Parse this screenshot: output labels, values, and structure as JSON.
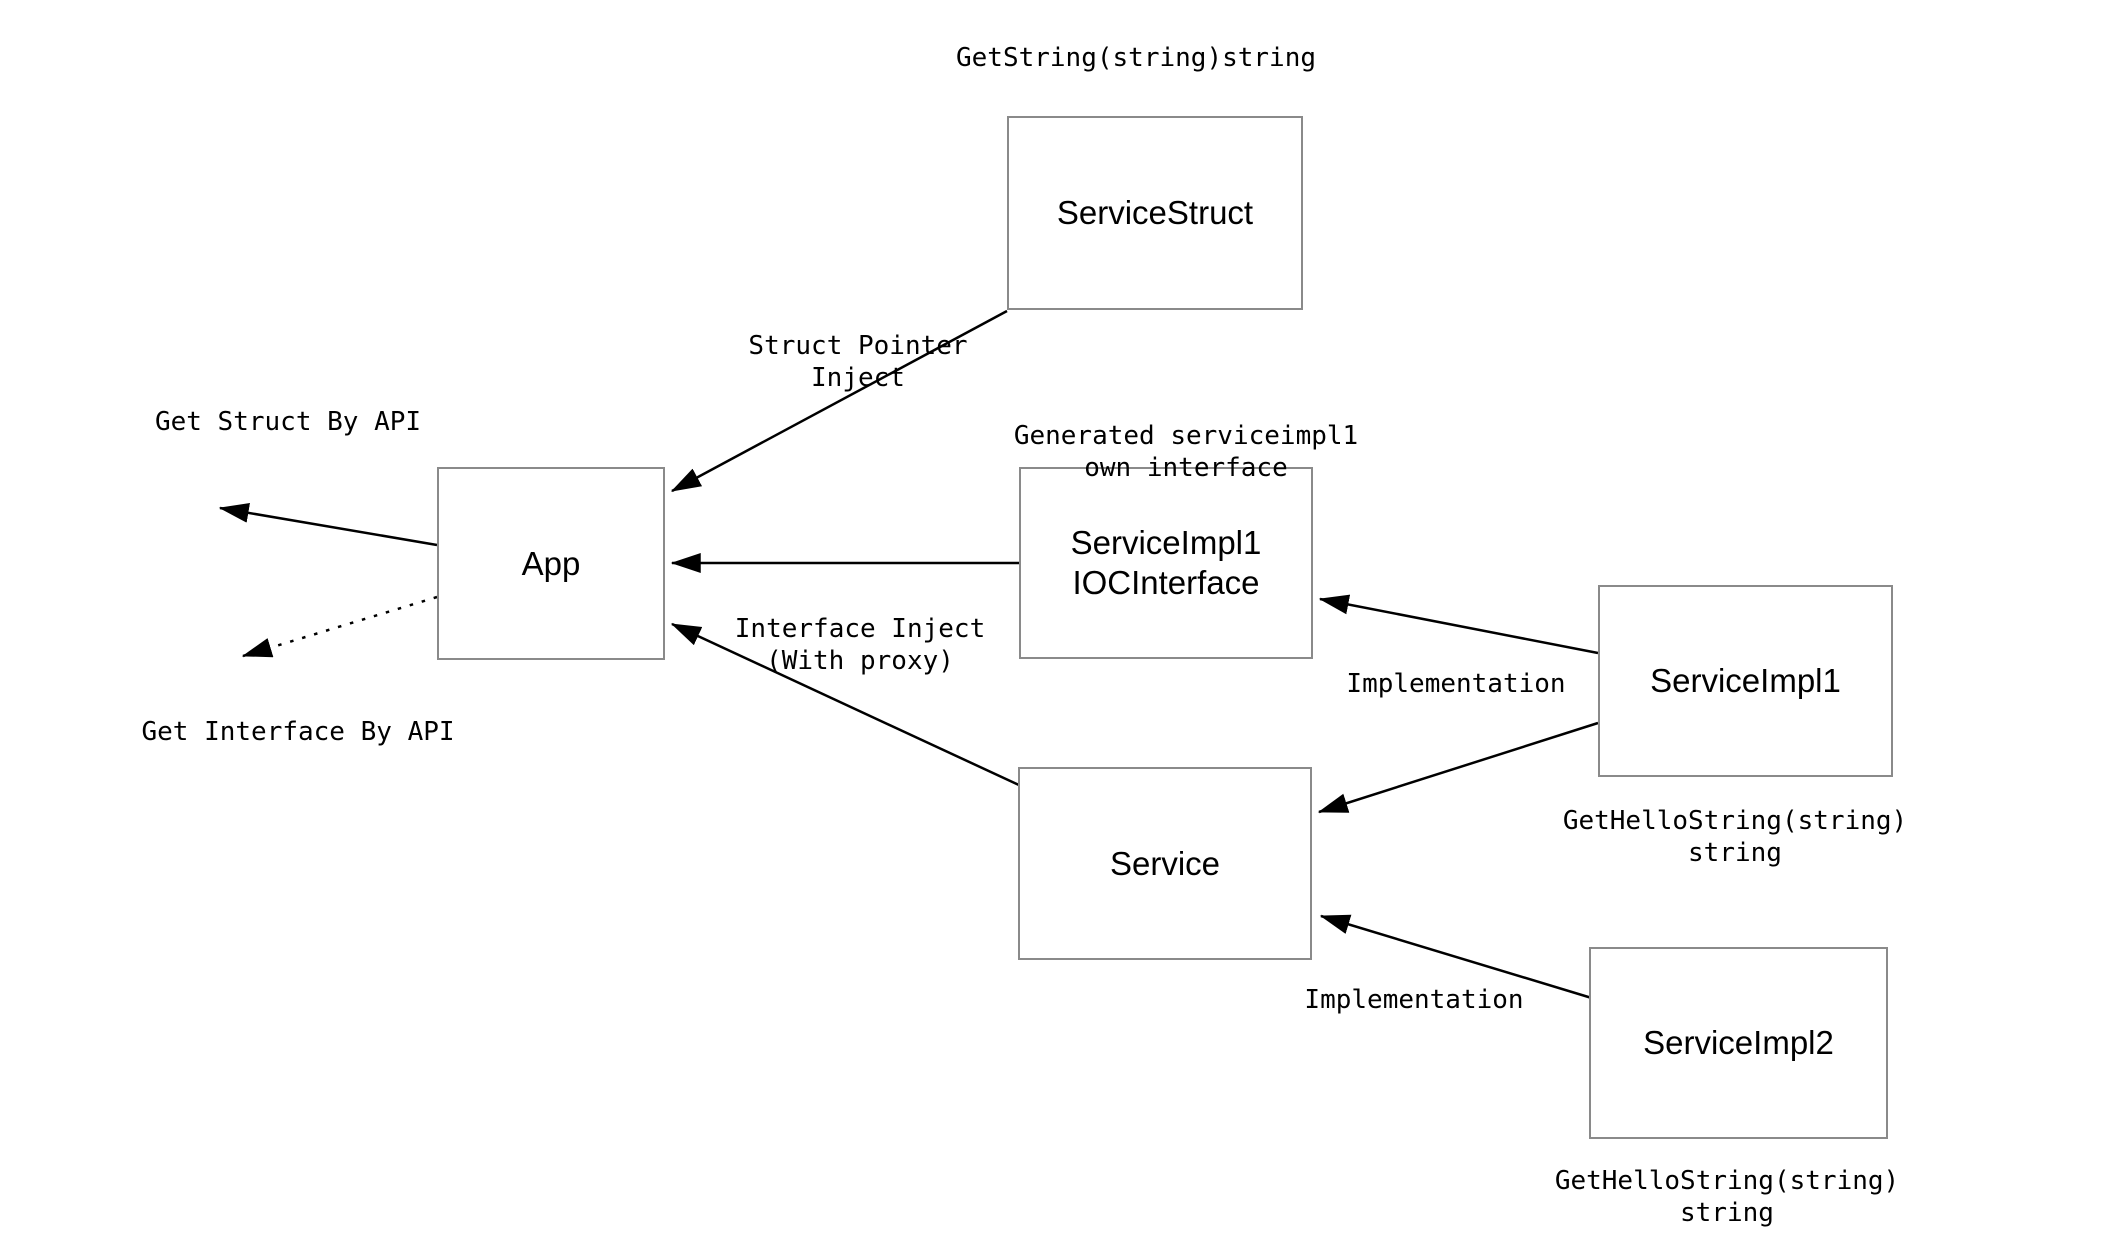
{
  "colors": {
    "background": "#ffffff",
    "box_border": "#8a8a8a",
    "box_fill": "#ffffff",
    "line": "#000000",
    "text": "#000000"
  },
  "nodes": {
    "service_struct": {
      "label": "ServiceStruct"
    },
    "app": {
      "label": "App"
    },
    "serviceimpl1_ioc": {
      "label": "ServiceImpl1\nIOCInterface"
    },
    "serviceimpl1": {
      "label": "ServiceImpl1"
    },
    "service": {
      "label": "Service"
    },
    "serviceimpl2": {
      "label": "ServiceImpl2"
    }
  },
  "labels": {
    "get_string": "GetString(string)string",
    "struct_pointer_inject": "Struct Pointer\nInject",
    "get_struct_by_api": "Get Struct By API",
    "generated_interface": "Generated serviceimpl1\nown interface",
    "implementation_impl1": "Implementation",
    "interface_inject": "Interface Inject\n(With proxy)",
    "get_interface_by_api": "Get Interface By API",
    "get_hello_string_impl1": "GetHelloString(string) string",
    "implementation_impl2": "Implementation",
    "get_hello_string_impl2": "GetHelloString(string) string"
  }
}
